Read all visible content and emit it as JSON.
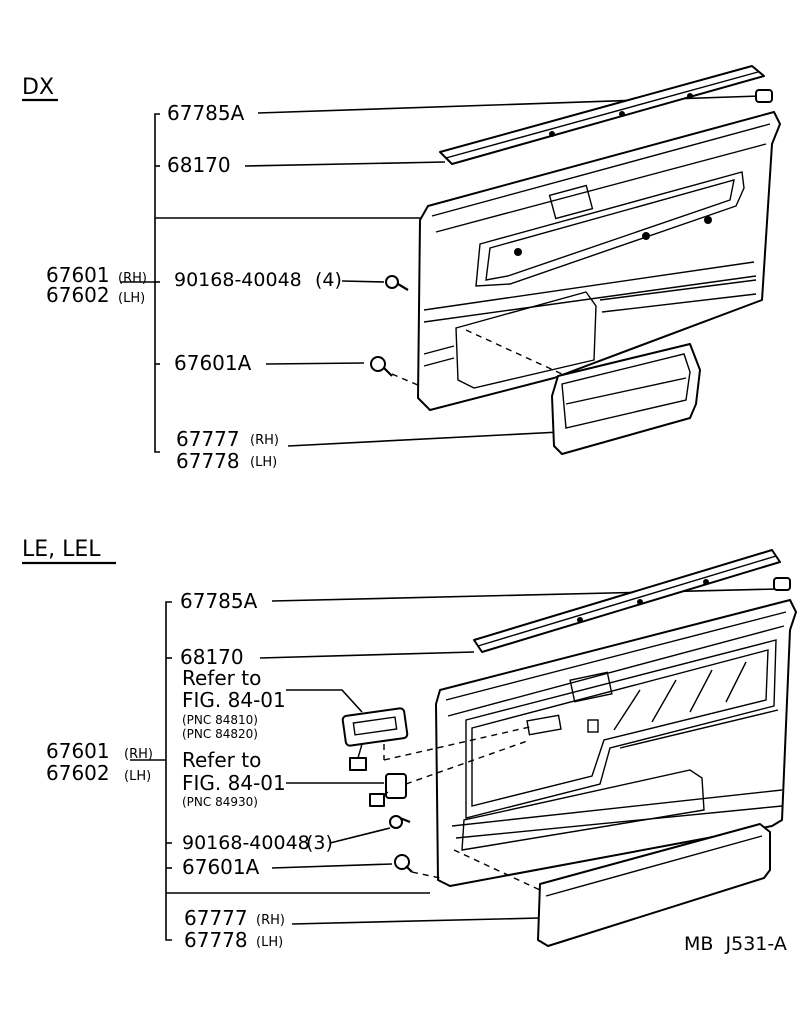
{
  "sections": [
    {
      "header": "DX",
      "labels": {
        "weatherstrip": "67785A",
        "retainer": "68170",
        "board_rh": "67601",
        "board_rh_suffix": "(RH)",
        "board_lh": "67602",
        "board_lh_suffix": "(LH)",
        "screw": "90168-40048",
        "screw_qty": "(4)",
        "clip": "67601A",
        "pocket_rh": "67777",
        "pocket_rh_suffix": "(RH)",
        "pocket_lh": "67778",
        "pocket_lh_suffix": "(LH)"
      }
    },
    {
      "header": "LE, LEL",
      "labels": {
        "weatherstrip": "67785A",
        "retainer": "68170",
        "refer1_line1": "Refer to",
        "refer1_line2": "FIG. 84-01",
        "refer1_pnc1": "(PNC 84810)",
        "refer1_pnc2": "(PNC 84820)",
        "board_rh": "67601",
        "board_rh_suffix": "(RH)",
        "board_lh": "67602",
        "board_lh_suffix": "(LH)",
        "refer2_line1": "Refer to",
        "refer2_line2": "FIG. 84-01",
        "refer2_pnc": "(PNC 84930)",
        "screw": "90168-40048",
        "screw_qty": "(3)",
        "clip": "67601A",
        "pocket_rh": "67777",
        "pocket_rh_suffix": "(RH)",
        "pocket_lh": "67778",
        "pocket_lh_suffix": "(LH)"
      }
    }
  ],
  "footer_code": "MB  J531-A"
}
